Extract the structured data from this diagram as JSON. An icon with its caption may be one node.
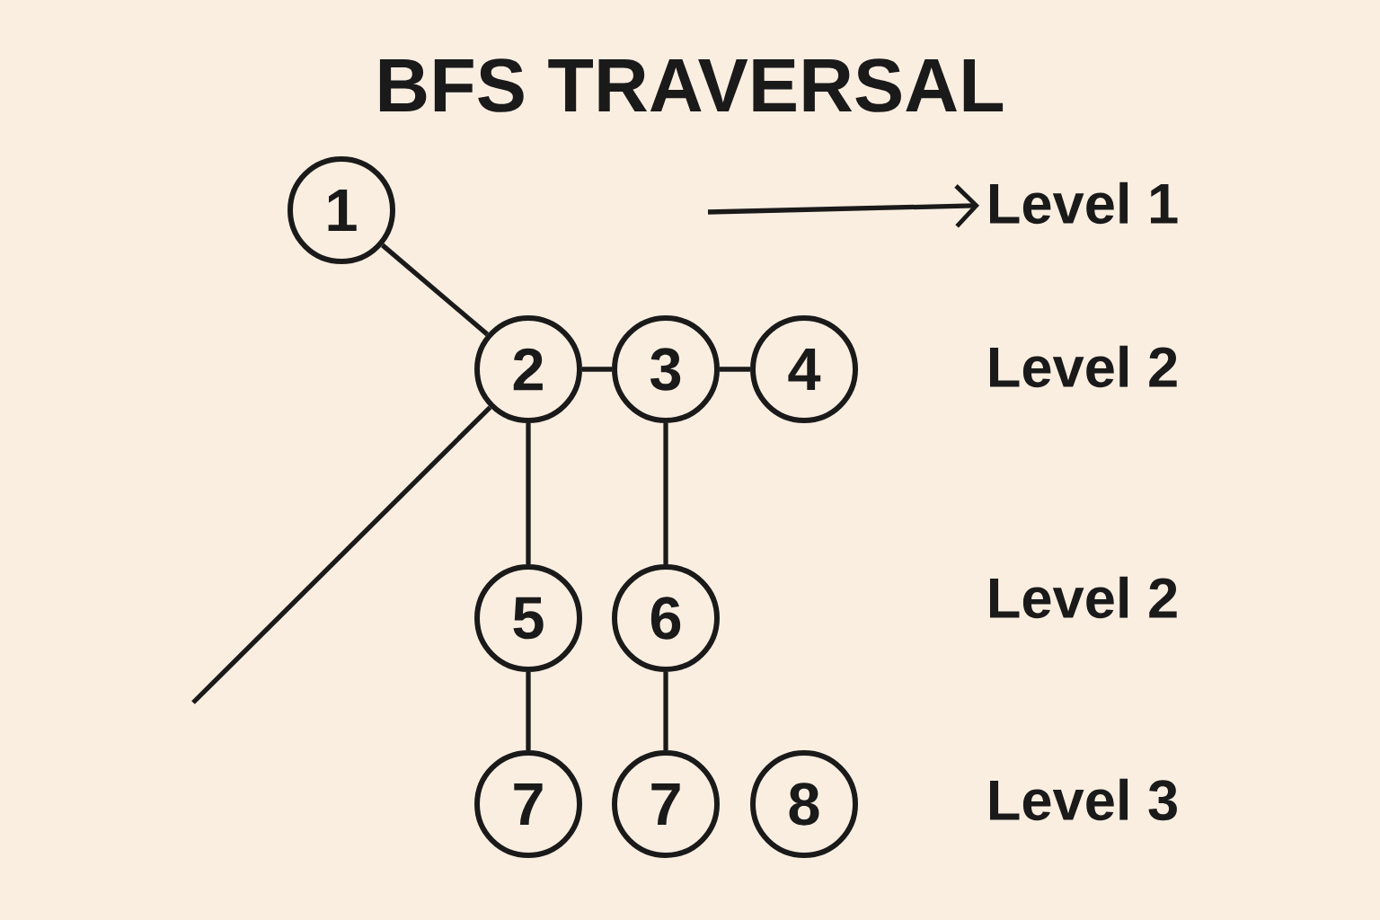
{
  "diagram": {
    "title": "BFS TRAVERSAL",
    "nodes": [
      {
        "text": [
          "1"
        ]
      },
      {
        "text": [
          "2"
        ]
      },
      {
        "text": [
          "3"
        ]
      },
      {
        "text": [
          "4"
        ]
      },
      {
        "text": [
          "5"
        ]
      },
      {
        "text": [
          "6"
        ]
      },
      {
        "text": [
          "7"
        ]
      },
      {
        "text": [
          "7"
        ]
      },
      {
        "text": [
          "8"
        ]
      },
      {
        "text": [
          "Level 1"
        ]
      }
    ],
    "edges": [
      {
        "from": 0,
        "to": 1,
        "arrow": "none"
      },
      {
        "from": 1,
        "to": 2,
        "arrow": "none"
      },
      {
        "from": 2,
        "to": 3,
        "arrow": "none"
      },
      {
        "from": 1,
        "to": 4,
        "arrow": "none"
      },
      {
        "from": 2,
        "to": 5,
        "arrow": "none"
      },
      {
        "from": 4,
        "to": 6,
        "arrow": "none"
      },
      {
        "from": 5,
        "to": 7,
        "arrow": "none"
      },
      {
        "from": 1,
        "to": null,
        "arrow": "none"
      },
      {
        "from": null,
        "to": 9,
        "arrow": "to"
      }
    ],
    "labels": [
      "Level 2",
      "Level 2",
      "Level 3"
    ]
  }
}
